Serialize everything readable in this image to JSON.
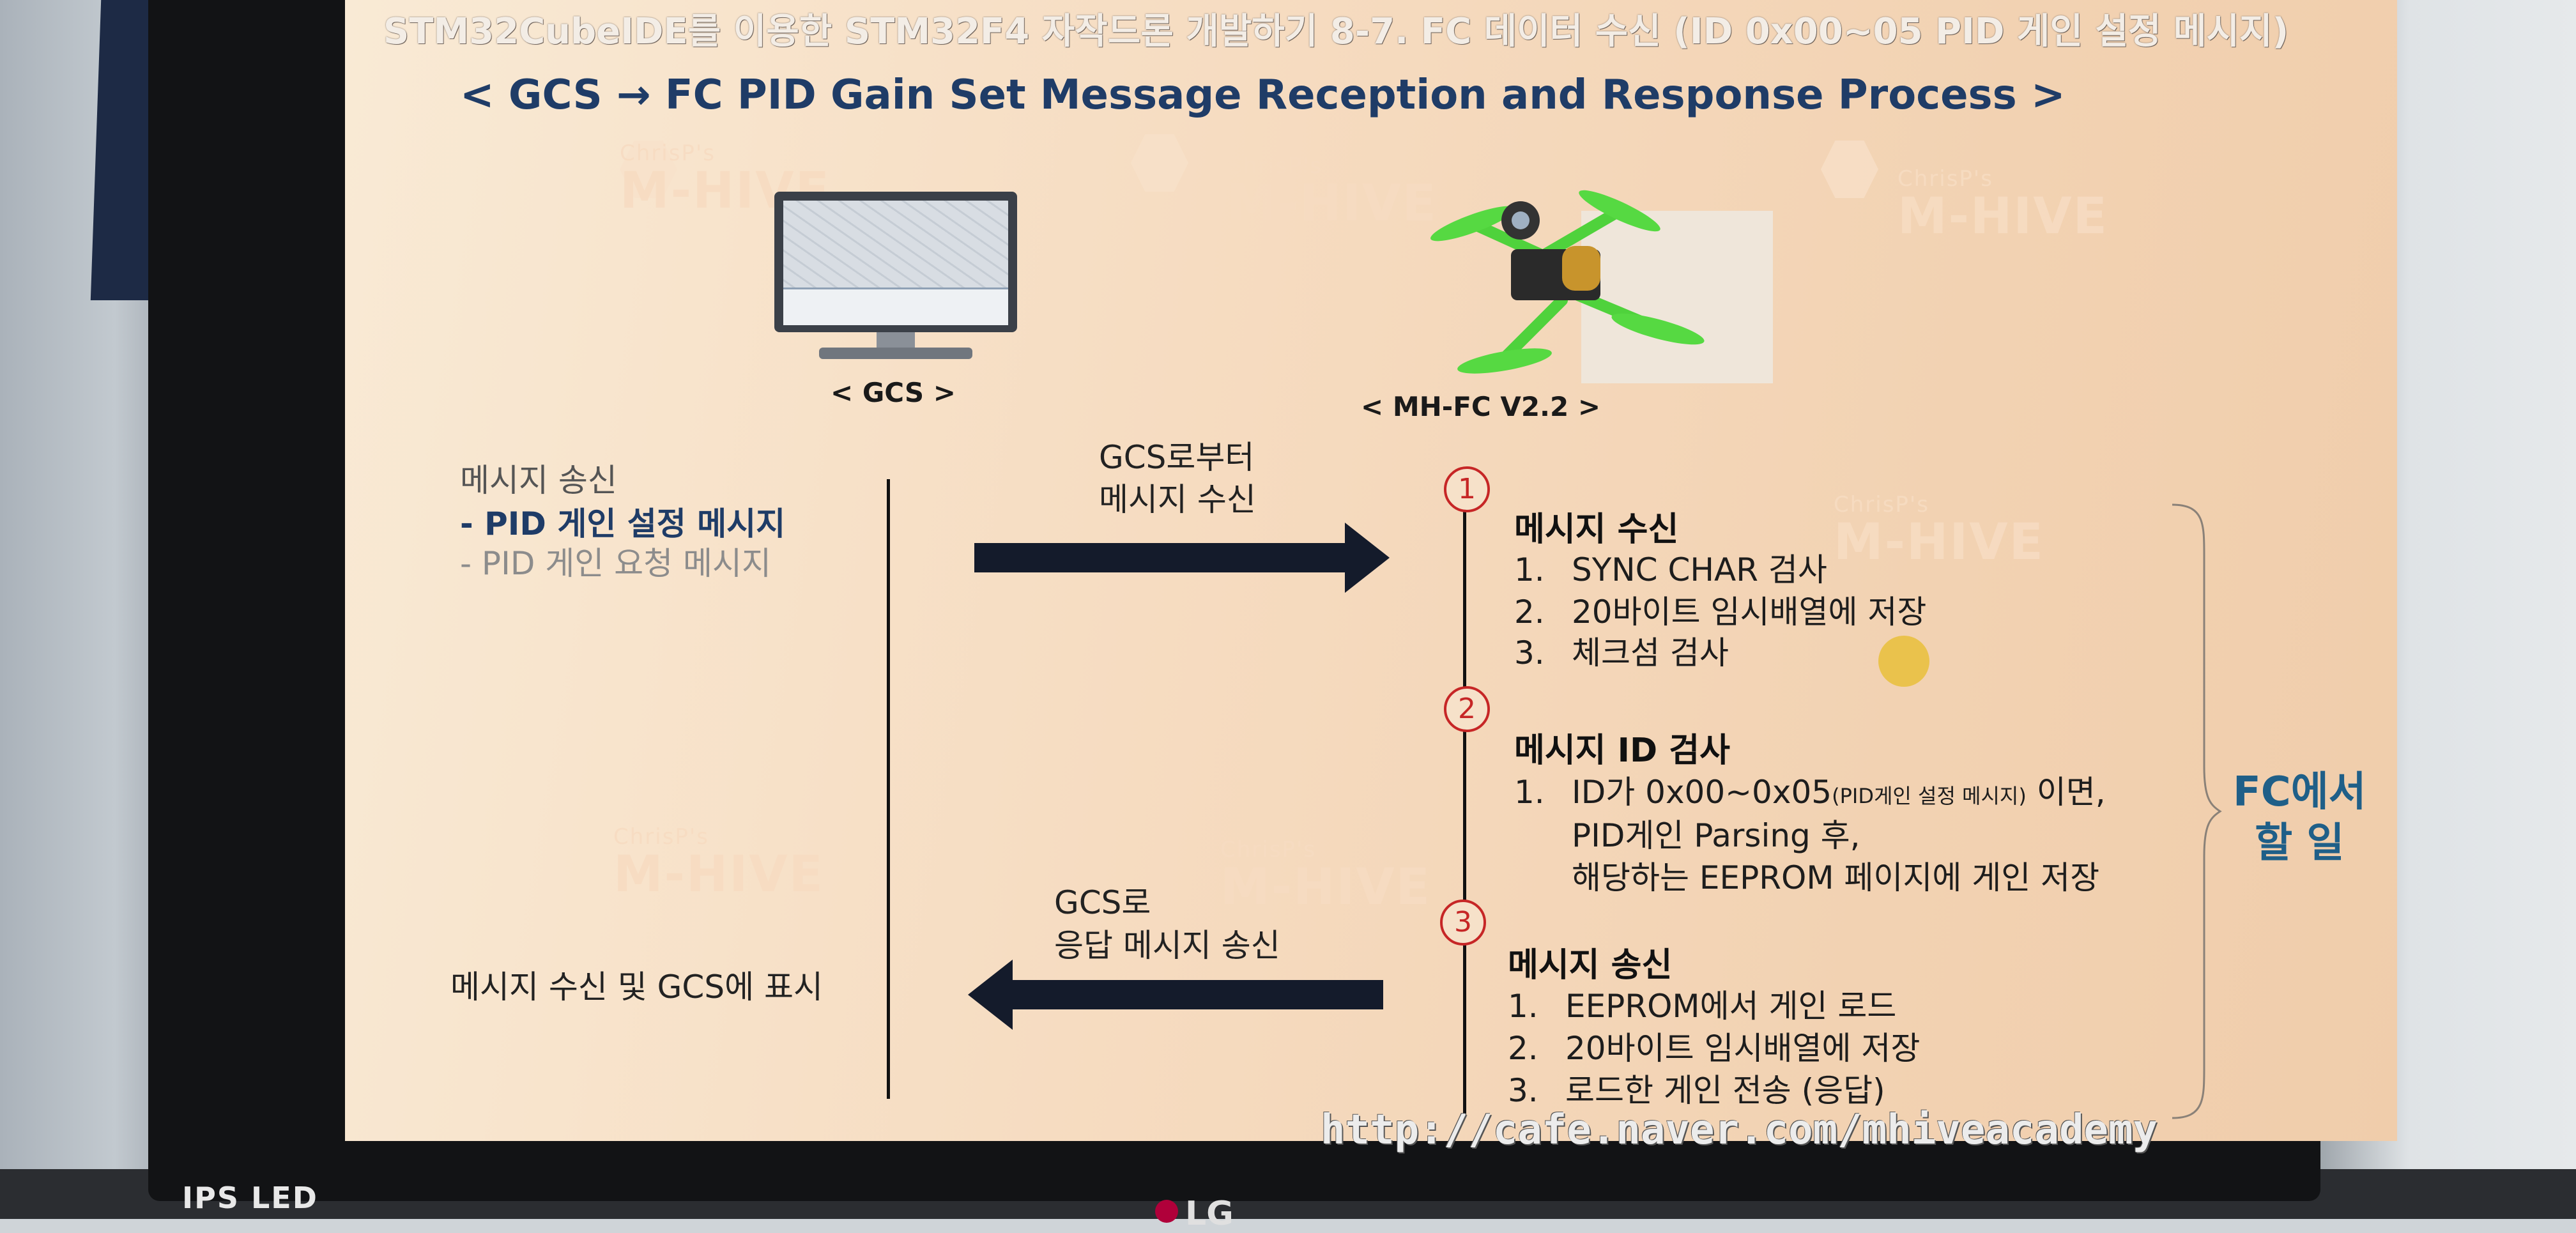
{
  "slide": {
    "course_title": "STM32CubeIDE를 이용한 STM32F4 자작드론 개발하기   8-7. FC 데이터 수신 (ID 0x00~05 PID 게인 설정 메시지)",
    "title_open": "< GCS → FC PID Gain Set Message Reception and Response Process >",
    "watermark_small": "ChrisP's",
    "watermark_big": "M-HIVE",
    "gcs_caption": "< GCS >",
    "fc_caption": "< MH-FC V2.2 >",
    "left_send_title": "메시지 송신",
    "left_send_item1": "-  PID 게인 설정 메시지",
    "left_send_item2": "-  PID 게인 요청 메시지",
    "left_recv_label": "메시지 수신 및 GCS에 표시",
    "arrow_right_label_1": "GCS로부터",
    "arrow_right_label_2": "메시지 수신",
    "arrow_left_label_1": "GCS로",
    "arrow_left_label_2": "응답 메시지 송신",
    "step1_num": "1",
    "step1_head": "메시지 수신",
    "step1_items": [
      "SYNC CHAR 검사",
      "20바이트 임시배열에 저장",
      "체크섬 검사"
    ],
    "step2_num": "2",
    "step2_head": "메시지 ID 검사",
    "step2_item1_main": "ID가 0x00~0x05",
    "step2_item1_small": "(PID게인 설정 메시지)",
    "step2_item1_tail": " 이면,",
    "step2_item1_line2": "PID게인 Parsing 후,",
    "step2_item1_line3": "해당하는 EEPROM 페이지에 게인 저장",
    "step3_num": "3",
    "step3_head": "메시지 송신",
    "step3_items": [
      "EEPROM에서 게인 로드",
      "20바이트 임시배열에 저장",
      "로드한 게인 전송 (응답)"
    ],
    "fc_todo_1": "FC에서",
    "fc_todo_2": "할 일",
    "url": "http://cafe.naver.com/mhiveacademy"
  },
  "monitor": {
    "brand_ips": "IPS LED",
    "brand_lg": "LG"
  },
  "colors": {
    "title_blue": "#1f3c67",
    "step_red": "#c62626",
    "fc_todo_blue": "#1f5f88"
  }
}
